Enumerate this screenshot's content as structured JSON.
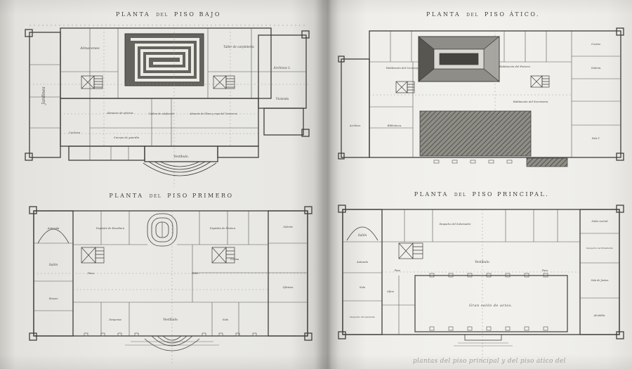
{
  "page": {
    "caption_fragment": "plantas del piso principal y del piso ático del",
    "colors": {
      "paper": "#eae9e5",
      "ink": "#3f3e3a",
      "parterre_fill": "#64635e"
    }
  },
  "plans": {
    "bajo": {
      "title": {
        "pre": "PLANTA",
        "mid": "DEL",
        "post": "PISO BAJO"
      },
      "labels": {
        "jardines": "Jardines",
        "almacenes": "Almacenes",
        "taller_carpinteria": "Taller de carpintería",
        "archivos": "Archivos 1.",
        "vivienda": "Vivienda",
        "almacen_efectos": "Almacén de efectos",
        "caldera": "Caldera de calefacción",
        "almacen_libros": "Almacén de libros y ropa del Consorcio",
        "cochera": "Cochera",
        "cuerpo_guardia": "Cuerpo de guardia",
        "vestibulo": "Vestíbulo."
      }
    },
    "atico": {
      "title": {
        "pre": "PLANTA",
        "mid": "DEL",
        "post": "PISO ÁTICO."
      },
      "labels": {
        "hab_conserje": "Habitación del Conserje",
        "hab_portero": "Habitación del Portero",
        "hab_secretario": "Habitación del Secretario.",
        "archivo": "Archivo.",
        "biblioteca": "Biblioteca.",
        "cocina": "Cocina.",
        "galeria": "Galería.",
        "sala1": "Sala 1."
      }
    },
    "primero": {
      "title": {
        "pre": "PLANTA",
        "mid": "DEL",
        "post": "PISO PRIMERO"
      },
      "labels": {
        "antesala": "Antesala",
        "salon": "Salón",
        "museo": "Museo",
        "dep_escultura": "Depósito de Escultura",
        "dep_pintura": "Depósito de Pintura",
        "galeria": "Galería",
        "cocina": "Cocina",
        "despensa": "Despensa",
        "sala": "Sala",
        "oficinas": "Oficinas",
        "paso_left": "Paso.",
        "paso_right": "Paso.",
        "vestibulo": "Vestíbulo."
      }
    },
    "principal": {
      "title": {
        "pre": "PLANTA",
        "mid": "DEL",
        "post": "PISO PRINCIPAL."
      },
      "labels": {
        "salon": "Salón",
        "antesala": "Antesala",
        "sala": "Sala",
        "oficio": "Oficio",
        "despacho_ayudante": "Despacho del Ayudante",
        "despacho_gobernador": "Despacho del Gobernador",
        "vestibulo": "Vestíbulo.",
        "paso_left": "Paso",
        "paso_right": "Paso",
        "gran_salon": "Gran salón de actos.",
        "salon_central": "Salón central",
        "despacho_presidente": "Despacho del Presidente",
        "sala_juntas": "Sala de Juntas",
        "alcaldia": "Alcaldía."
      }
    }
  }
}
